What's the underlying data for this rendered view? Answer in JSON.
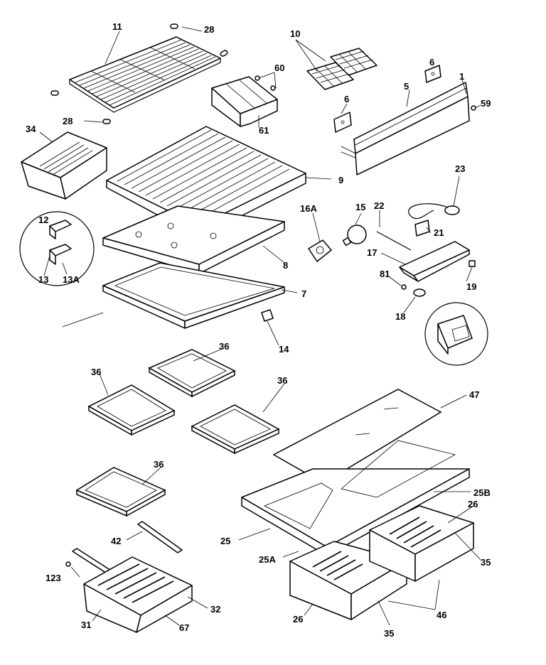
{
  "labels": {
    "l11": "11",
    "l28a": "28",
    "l10": "10",
    "l6a": "6",
    "l60": "60",
    "l1": "1",
    "l5": "5",
    "l59": "59",
    "l6b": "6",
    "l61": "61",
    "l28b": "28",
    "l34": "34",
    "l9": "9",
    "l23": "23",
    "l16a": "16A",
    "l15": "15",
    "l22": "22",
    "l12": "12",
    "l21": "21",
    "l17": "17",
    "l8": "8",
    "l13": "13",
    "l13a": "13A",
    "l81": "81",
    "l19": "19",
    "l7": "7",
    "l18": "18",
    "l14": "14",
    "l36a": "36",
    "l36b": "36",
    "l36c": "36",
    "l47": "47",
    "l36d": "36",
    "l25b": "25B",
    "l26a": "26",
    "l42": "42",
    "l25": "25",
    "l35a": "35",
    "l25a": "25A",
    "l123": "123",
    "l32": "32",
    "l31": "31",
    "l67": "67",
    "l26b": "26",
    "l35b": "35",
    "l46": "46"
  }
}
